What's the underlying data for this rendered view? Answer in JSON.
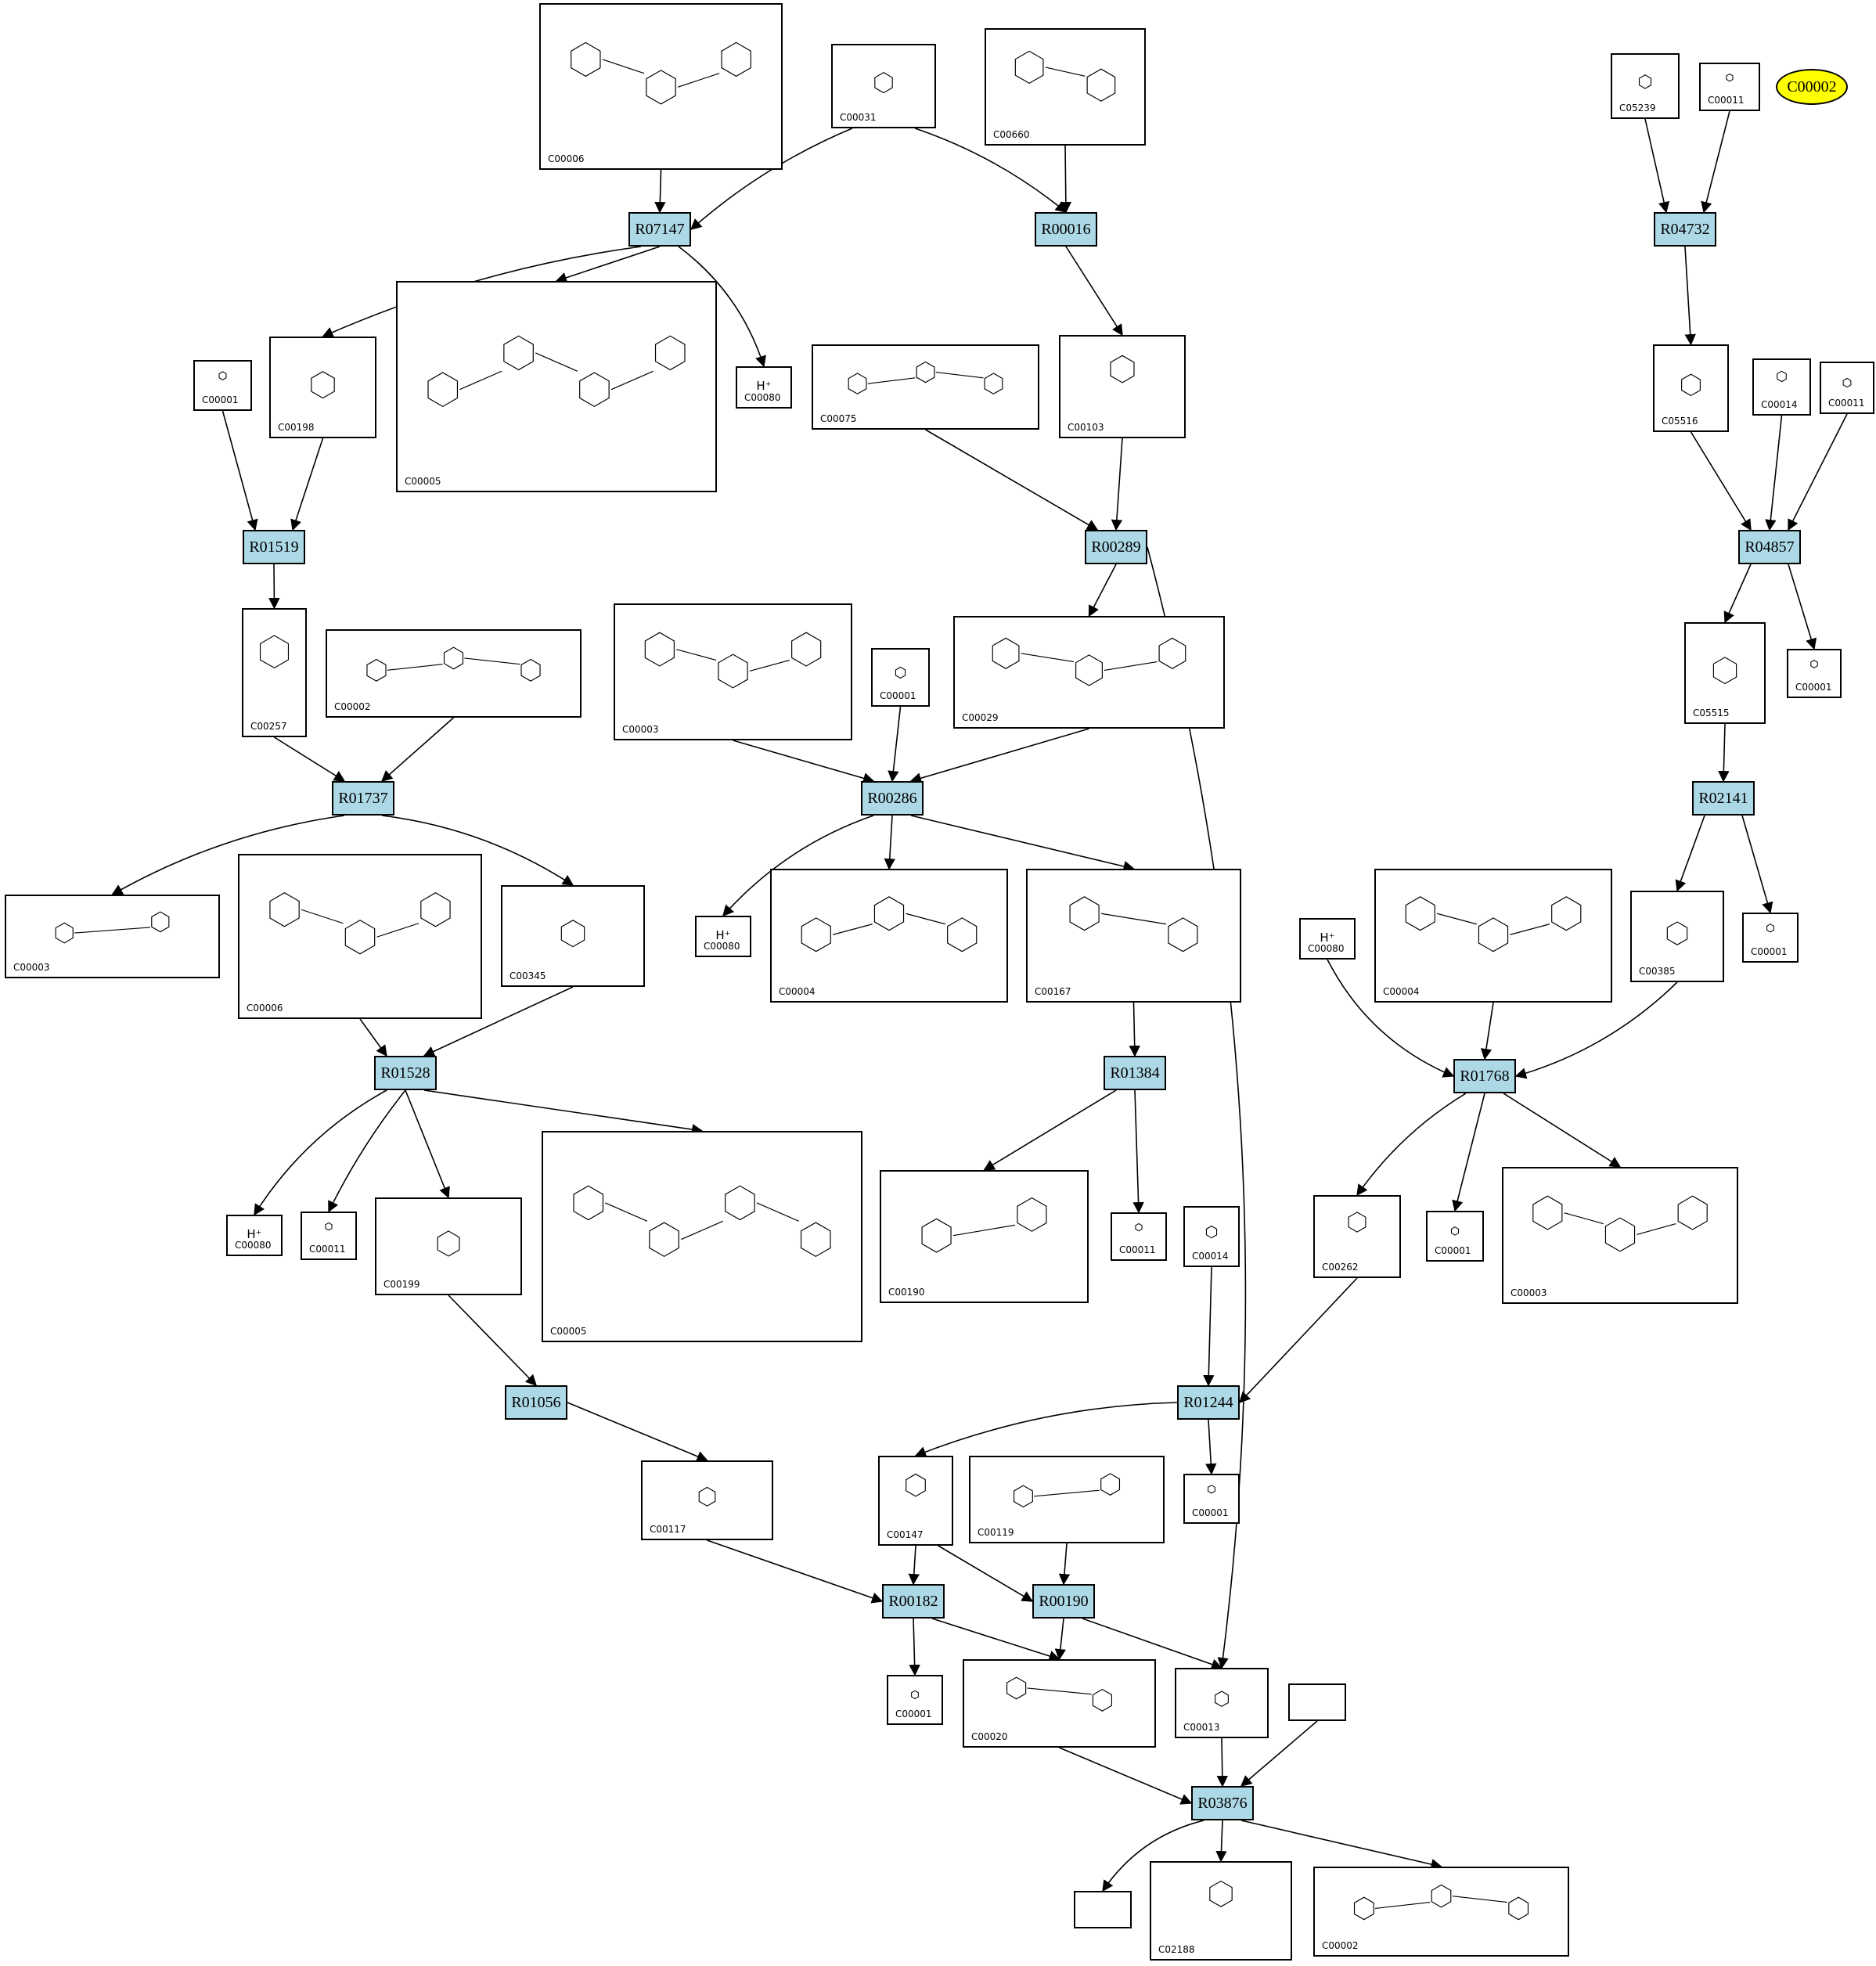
{
  "colors": {
    "reaction_fill": "#add8e6",
    "highlight_fill": "#ffff00",
    "stroke": "#000000",
    "background": "#ffffff"
  },
  "highlight": {
    "id": "C00002"
  },
  "reactions": [
    {
      "id": "R07147"
    },
    {
      "id": "R00016"
    },
    {
      "id": "R04732"
    },
    {
      "id": "R01519"
    },
    {
      "id": "R00289"
    },
    {
      "id": "R04857"
    },
    {
      "id": "R01737"
    },
    {
      "id": "R00286"
    },
    {
      "id": "R02141"
    },
    {
      "id": "R01528"
    },
    {
      "id": "R01384"
    },
    {
      "id": "R01768"
    },
    {
      "id": "R01056"
    },
    {
      "id": "R01244"
    },
    {
      "id": "R00182"
    },
    {
      "id": "R00190"
    },
    {
      "id": "R03876"
    }
  ],
  "compounds": [
    {
      "id": "C00006",
      "label": "C00006"
    },
    {
      "id": "C00031",
      "label": "C00031"
    },
    {
      "id": "C00660",
      "label": "C00660"
    },
    {
      "id": "C05239",
      "label": "C05239"
    },
    {
      "id": "C00011_top",
      "label": "C00011"
    },
    {
      "id": "C00198",
      "label": "C00198"
    },
    {
      "id": "C00001_a",
      "label": "C00001"
    },
    {
      "id": "C00005_top",
      "label": "C00005"
    },
    {
      "id": "C00080_a",
      "label": "C00080",
      "formula": "H⁺"
    },
    {
      "id": "C00075",
      "label": "C00075"
    },
    {
      "id": "C00103",
      "label": "C00103"
    },
    {
      "id": "C05516",
      "label": "C05516"
    },
    {
      "id": "C00014_top",
      "label": "C00014"
    },
    {
      "id": "C00011_r",
      "label": "C00011"
    },
    {
      "id": "C00257",
      "label": "C00257"
    },
    {
      "id": "C00002_mid",
      "label": "C00002"
    },
    {
      "id": "C00003_mid",
      "label": "C00003"
    },
    {
      "id": "C00001_b",
      "label": "C00001"
    },
    {
      "id": "C00029",
      "label": "C00029"
    },
    {
      "id": "C05515",
      "label": "C05515"
    },
    {
      "id": "C00001_c",
      "label": "C00001"
    },
    {
      "id": "C00003_left",
      "label": "C00003"
    },
    {
      "id": "C00006_b",
      "label": "C00006"
    },
    {
      "id": "C00345",
      "label": "C00345"
    },
    {
      "id": "C00080_b",
      "label": "C00080",
      "formula": "H⁺"
    },
    {
      "id": "C00004_mid",
      "label": "C00004"
    },
    {
      "id": "C00167",
      "label": "C00167"
    },
    {
      "id": "C00385",
      "label": "C00385"
    },
    {
      "id": "C00001_d",
      "label": "C00001"
    },
    {
      "id": "C00080_c",
      "label": "C00080",
      "formula": "H⁺"
    },
    {
      "id": "C00004_r",
      "label": "C00004"
    },
    {
      "id": "C00080_d",
      "label": "C00080",
      "formula": "H⁺"
    },
    {
      "id": "C00011_b",
      "label": "C00011"
    },
    {
      "id": "C00199",
      "label": "C00199"
    },
    {
      "id": "C00005_b",
      "label": "C00005"
    },
    {
      "id": "C00190",
      "label": "C00190"
    },
    {
      "id": "C00011_c",
      "label": "C00011"
    },
    {
      "id": "C00014_b",
      "label": "C00014"
    },
    {
      "id": "C00262",
      "label": "C00262"
    },
    {
      "id": "C00001_e",
      "label": "C00001"
    },
    {
      "id": "C00003_r",
      "label": "C00003"
    },
    {
      "id": "C00117",
      "label": "C00117"
    },
    {
      "id": "C00147",
      "label": "C00147"
    },
    {
      "id": "C00119",
      "label": "C00119"
    },
    {
      "id": "C00001_f",
      "label": "C00001"
    },
    {
      "id": "C00001_g",
      "label": "C00001"
    },
    {
      "id": "C00020",
      "label": "C00020"
    },
    {
      "id": "C00013",
      "label": "C00013"
    },
    {
      "id": "blank_a",
      "label": ""
    },
    {
      "id": "blank_b",
      "label": ""
    },
    {
      "id": "C02188",
      "label": "C02188"
    },
    {
      "id": "C00002_bot",
      "label": "C00002"
    }
  ]
}
